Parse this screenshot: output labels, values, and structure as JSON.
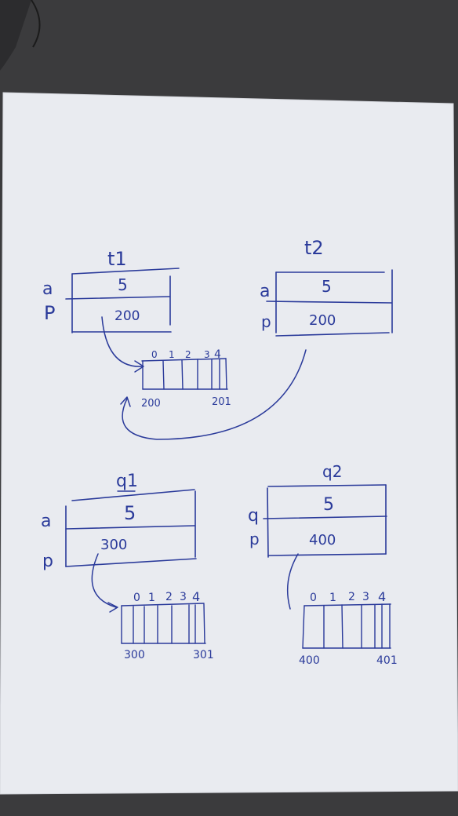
{
  "colors": {
    "ink": "#2a3a9a",
    "paper": "#eceef3",
    "background": "#3a3a3c"
  },
  "objects": [
    {
      "name": "t1",
      "rows": [
        {
          "label": "a",
          "value": "5"
        },
        {
          "label": "P",
          "value": "200"
        }
      ],
      "array": {
        "indices": [
          "0",
          "1",
          "2",
          "3",
          "4"
        ],
        "start_address": "200",
        "end_address": "201"
      }
    },
    {
      "name": "t2",
      "rows": [
        {
          "label": "a",
          "value": "5"
        },
        {
          "label": "p",
          "value": "200"
        }
      ]
    },
    {
      "name": "q1",
      "rows": [
        {
          "label": "a",
          "value": "5"
        },
        {
          "label": "p",
          "value": "300"
        }
      ],
      "array": {
        "indices": [
          "0",
          "1",
          "2",
          "3",
          "4"
        ],
        "start_address": "300",
        "end_address": "301"
      }
    },
    {
      "name": "q2",
      "rows": [
        {
          "label": "q",
          "value": "5"
        },
        {
          "label": "p",
          "value": "400"
        }
      ],
      "array": {
        "indices": [
          "0",
          "1",
          "2",
          "3",
          "4"
        ],
        "start_address": "400",
        "end_address": "401"
      }
    }
  ]
}
